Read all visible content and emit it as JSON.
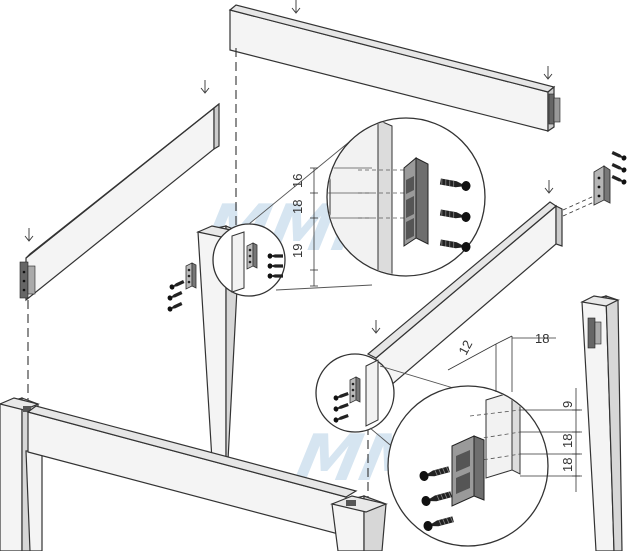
{
  "colors": {
    "stroke": "#333333",
    "panel_fill": "#f2f2f2",
    "panel_shadow": "#d9d9d9",
    "bracket_fill": "#8c8c8c",
    "bracket_dark": "#555555",
    "watermark": "#cfe1ef"
  },
  "icons": [
    "arrow-down-icon",
    "screw-icon",
    "connector-bracket-icon"
  ],
  "watermark": {
    "top": "MMM",
    "bottom": "MMM"
  },
  "detail_top": {
    "dims": [
      "16",
      "18",
      "19"
    ]
  },
  "detail_bottom": {
    "dims": [
      "12",
      "18",
      "9",
      "18",
      "18"
    ]
  }
}
